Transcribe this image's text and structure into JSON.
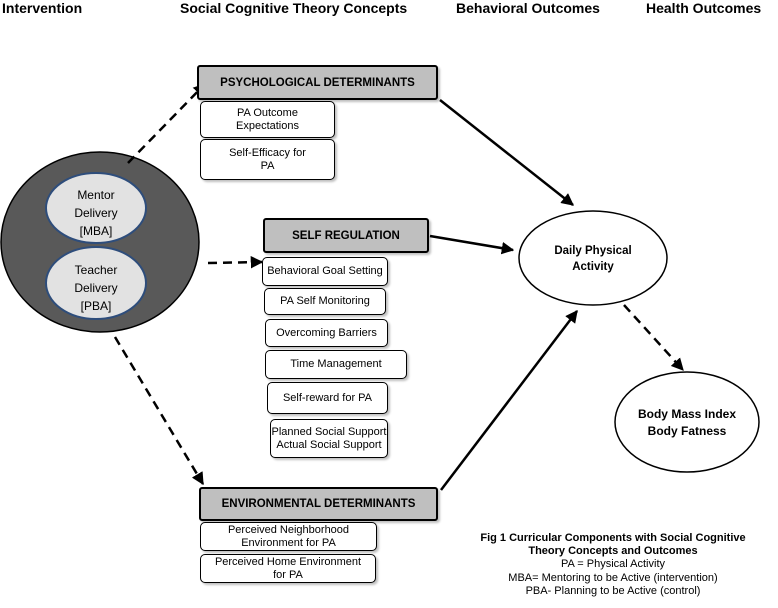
{
  "columns": {
    "intervention": "Intervention",
    "sct": "Social Cognitive Theory  Concepts",
    "behavioral": "Behavioral Outcomes",
    "health": "Health Outcomes"
  },
  "delivery": {
    "mentor": "Mentor\nDelivery\n[MBA]",
    "teacher": "Teacher\nDelivery\n[PBA]"
  },
  "psychological": {
    "header": "PSYCHOLOGICAL DETERMINANTS",
    "items": [
      "PA Outcome\nExpectations",
      "Self-Efficacy for\nPA"
    ]
  },
  "self_regulation": {
    "header": "SELF REGULATION",
    "items": [
      "Behavioral Goal Setting",
      "PA Self Monitoring",
      "Overcoming Barriers",
      "Time Management",
      "Self-reward for PA",
      "Planned Social Support\nActual Social Support"
    ]
  },
  "environmental": {
    "header": "ENVIRONMENTAL  DETERMINANTS",
    "items": [
      "Perceived Neighborhood\nEnvironment for PA",
      "Perceived Home Environment\nfor PA"
    ]
  },
  "behavioral_outcome": "Daily Physical\nActivity",
  "health_outcome": "Body Mass Index\nBody Fatness",
  "caption": {
    "title": "Fig 1 Curricular Components with Social Cognitive Theory Concepts and Outcomes",
    "notes": [
      "PA = Physical Activity",
      "MBA= Mentoring to be Active (intervention)",
      "PBA- Planning to be Active (control)"
    ]
  }
}
